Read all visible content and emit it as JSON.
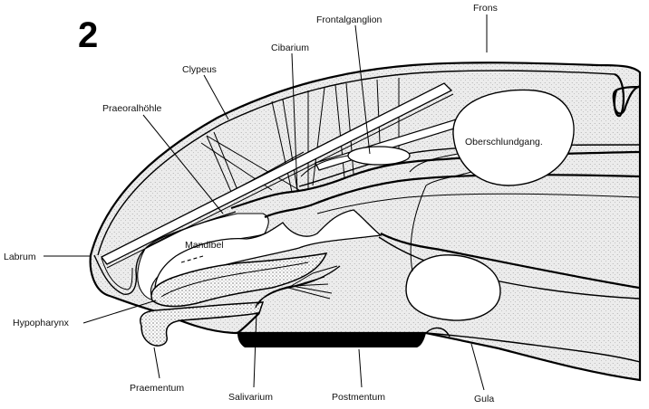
{
  "figure_number": "2",
  "labels": {
    "frons": "Frons",
    "frontalganglion": "Frontalganglion",
    "cibarium": "Cibarium",
    "clypeus": "Clypeus",
    "praeoralhoehle": "Praeoralhöhle",
    "oberschlundgang": "Oberschlundgang.",
    "mandibel": "Mandibel",
    "labrum": "Labrum",
    "hypopharynx": "Hypopharynx",
    "praementum": "Praementum",
    "salivarium": "Salivarium",
    "postmentum": "Postmentum",
    "gula": "Gula"
  },
  "colors": {
    "ink": "#000000",
    "tissue": "#e9e9e9",
    "background": "#ffffff"
  }
}
